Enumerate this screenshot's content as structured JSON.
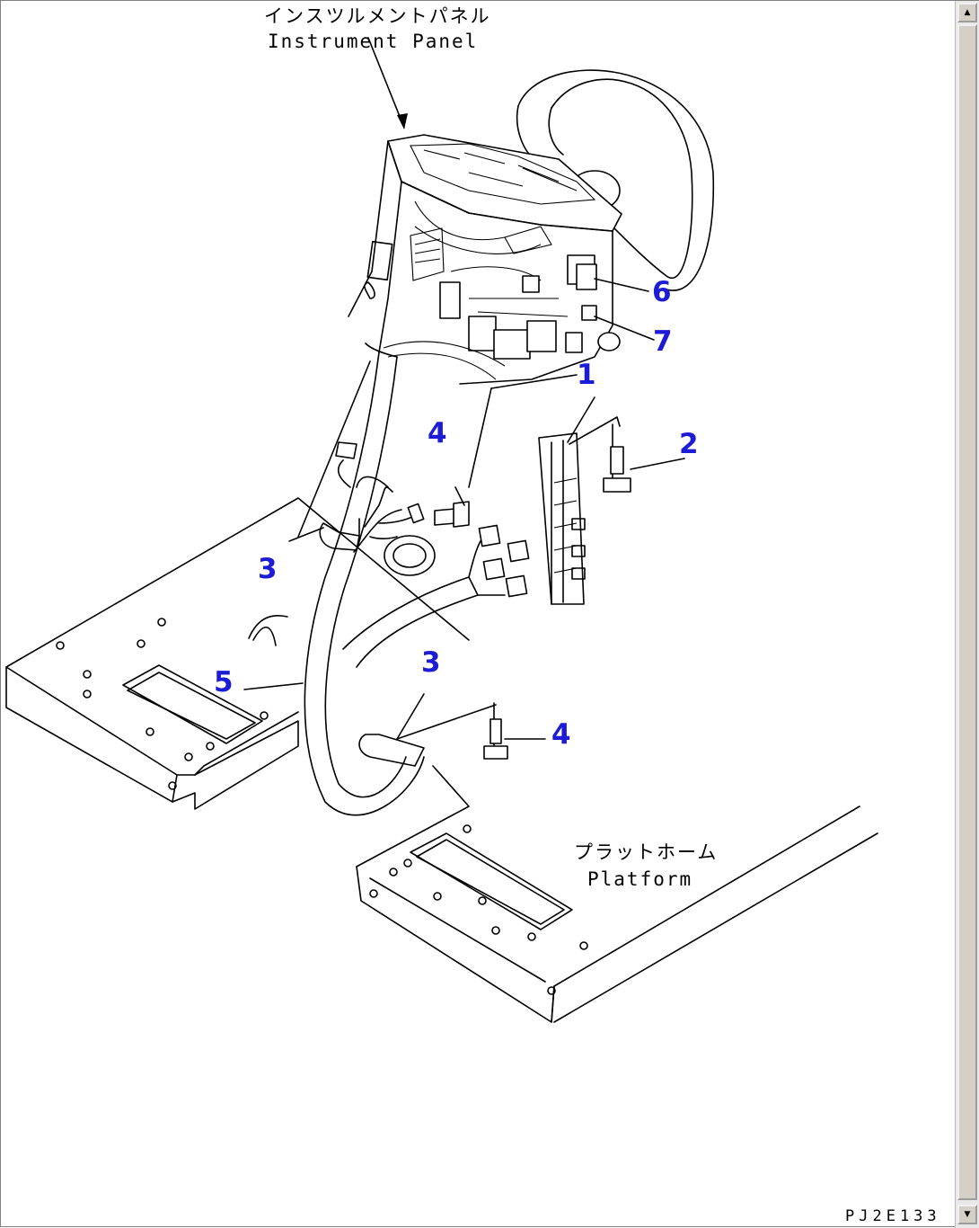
{
  "diagram": {
    "labels": {
      "instrument_panel_jp": "インスツルメントパネル",
      "instrument_panel_en": "Instrument Panel",
      "platform_jp": "プラットホーム",
      "platform_en": "Platform"
    },
    "callouts": [
      "1",
      "2",
      "3",
      "3",
      "4",
      "4",
      "5",
      "6",
      "7"
    ],
    "drawing_code": "PJ2E133",
    "callout_color": "#1c1cd6"
  },
  "scrollbar": {
    "up_icon": "triangle-up-icon",
    "down_icon": "triangle-down-icon",
    "up_glyph": "▲",
    "down_glyph": "▼"
  }
}
